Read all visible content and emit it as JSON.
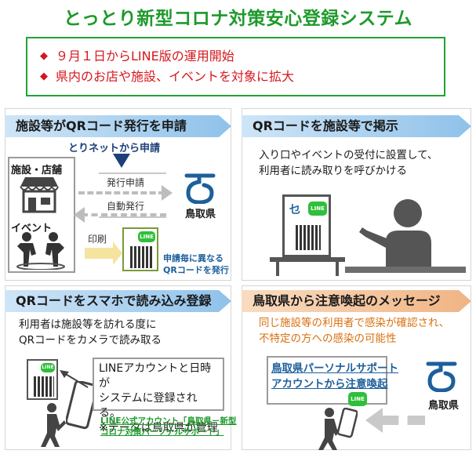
{
  "title": "とっとり新型コロナ対策安心登録システム",
  "info": {
    "lines": [
      "９月１日からLINE版の運用開始",
      "県内のお店や施設、イベントを対象に拡大"
    ]
  },
  "step1": {
    "banner": "施設等がQRコード発行を申請",
    "via_label": "とりネットから申請",
    "facility_label": "施設・店舗",
    "event_label": "イベント",
    "apply_label": "発行申請",
    "auto_label": "自動発行",
    "print_label": "印刷",
    "prefecture": "鳥取県",
    "note": "申請毎に異なる\nQRコードを発行"
  },
  "step2": {
    "banner": "QRコードを施設等で掲示",
    "text": "入り口やイベントの受付に設置して、\n利用者に読み取りを呼びかける"
  },
  "step3": {
    "banner": "QRコードをスマホで読み込み登録",
    "text": "利用者は施設等を訪れる度に\nQRコードをカメラで読み取る",
    "bubble": "LINEアカウントと日時が\nシステムに登録される。\n※データは鳥取県が管理",
    "link": "LINE公式アカウント「鳥取県－新型\nコロナ対策パーソナルサポート」"
  },
  "step4": {
    "banner": "鳥取県から注意喚起のメッセージ",
    "text": "同じ施設等の利用者で感染が確認され、\n不特定の方への感染の可能性",
    "link": "鳥取県パーソナルサポート\nアカウントから注意喚起",
    "prefecture": "鳥取県"
  },
  "colors": {
    "title_green": "#1e9a2c",
    "alert_red": "#d6161d",
    "banner_blue": "#8fc2ea",
    "banner_orange": "#f0b484",
    "line_green": "#2fbf3a",
    "pref_blue": "#1d5f9c"
  }
}
